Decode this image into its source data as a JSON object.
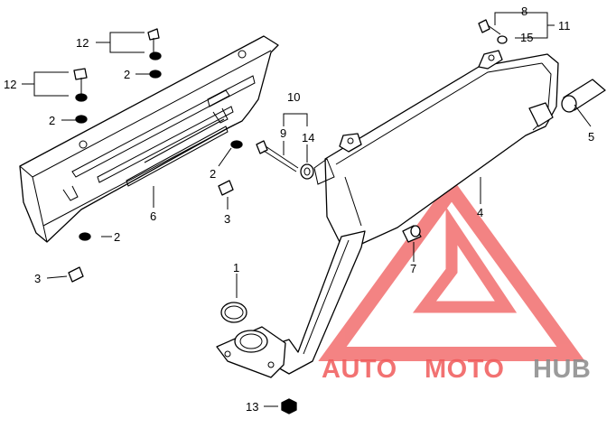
{
  "labels": {
    "c1": "1",
    "c2a": "2",
    "c2b": "2",
    "c2c": "2",
    "c2d": "2",
    "c3a": "3",
    "c3b": "3",
    "c4": "4",
    "c5": "5",
    "c6": "6",
    "c7": "7",
    "c8": "8",
    "c9": "9",
    "c10": "10",
    "c11": "11",
    "c12a": "12",
    "c12b": "12",
    "c13": "13",
    "c14": "14",
    "c15": "15"
  },
  "watermark": {
    "auto": "AUTO",
    "moto": "MOTO",
    "hub": "HUB",
    "color_red": "#f05a5a",
    "color_gray": "#8a8a8a"
  }
}
